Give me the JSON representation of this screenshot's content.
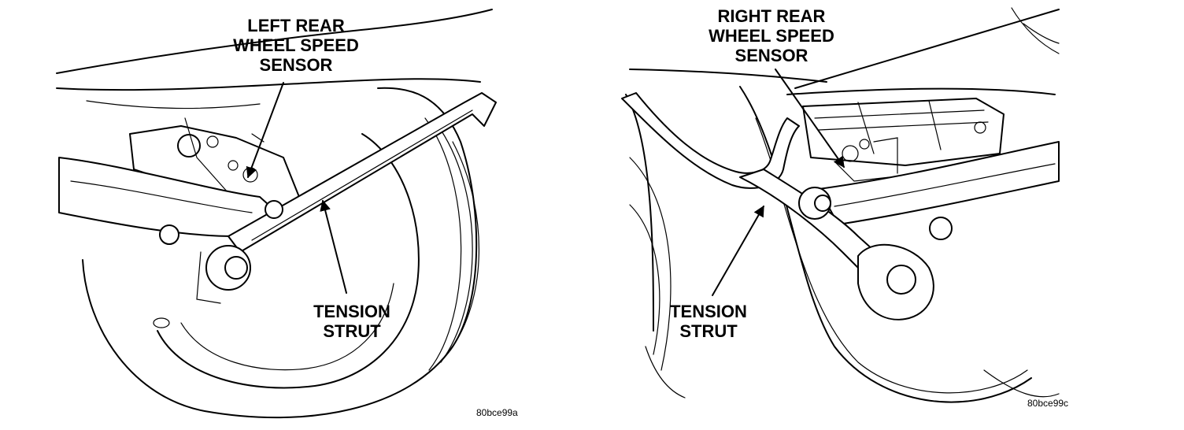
{
  "figures": [
    {
      "sensor_label": [
        "LEFT REAR",
        "WHEEL SPEED",
        "SENSOR"
      ],
      "strut_label": [
        "TENSION",
        "STRUT"
      ],
      "figure_id": "80bce99a"
    },
    {
      "sensor_label": [
        "RIGHT REAR",
        "WHEEL SPEED",
        "SENSOR"
      ],
      "strut_label": [
        "TENSION",
        "STRUT"
      ],
      "figure_id": "80bce99c"
    }
  ]
}
